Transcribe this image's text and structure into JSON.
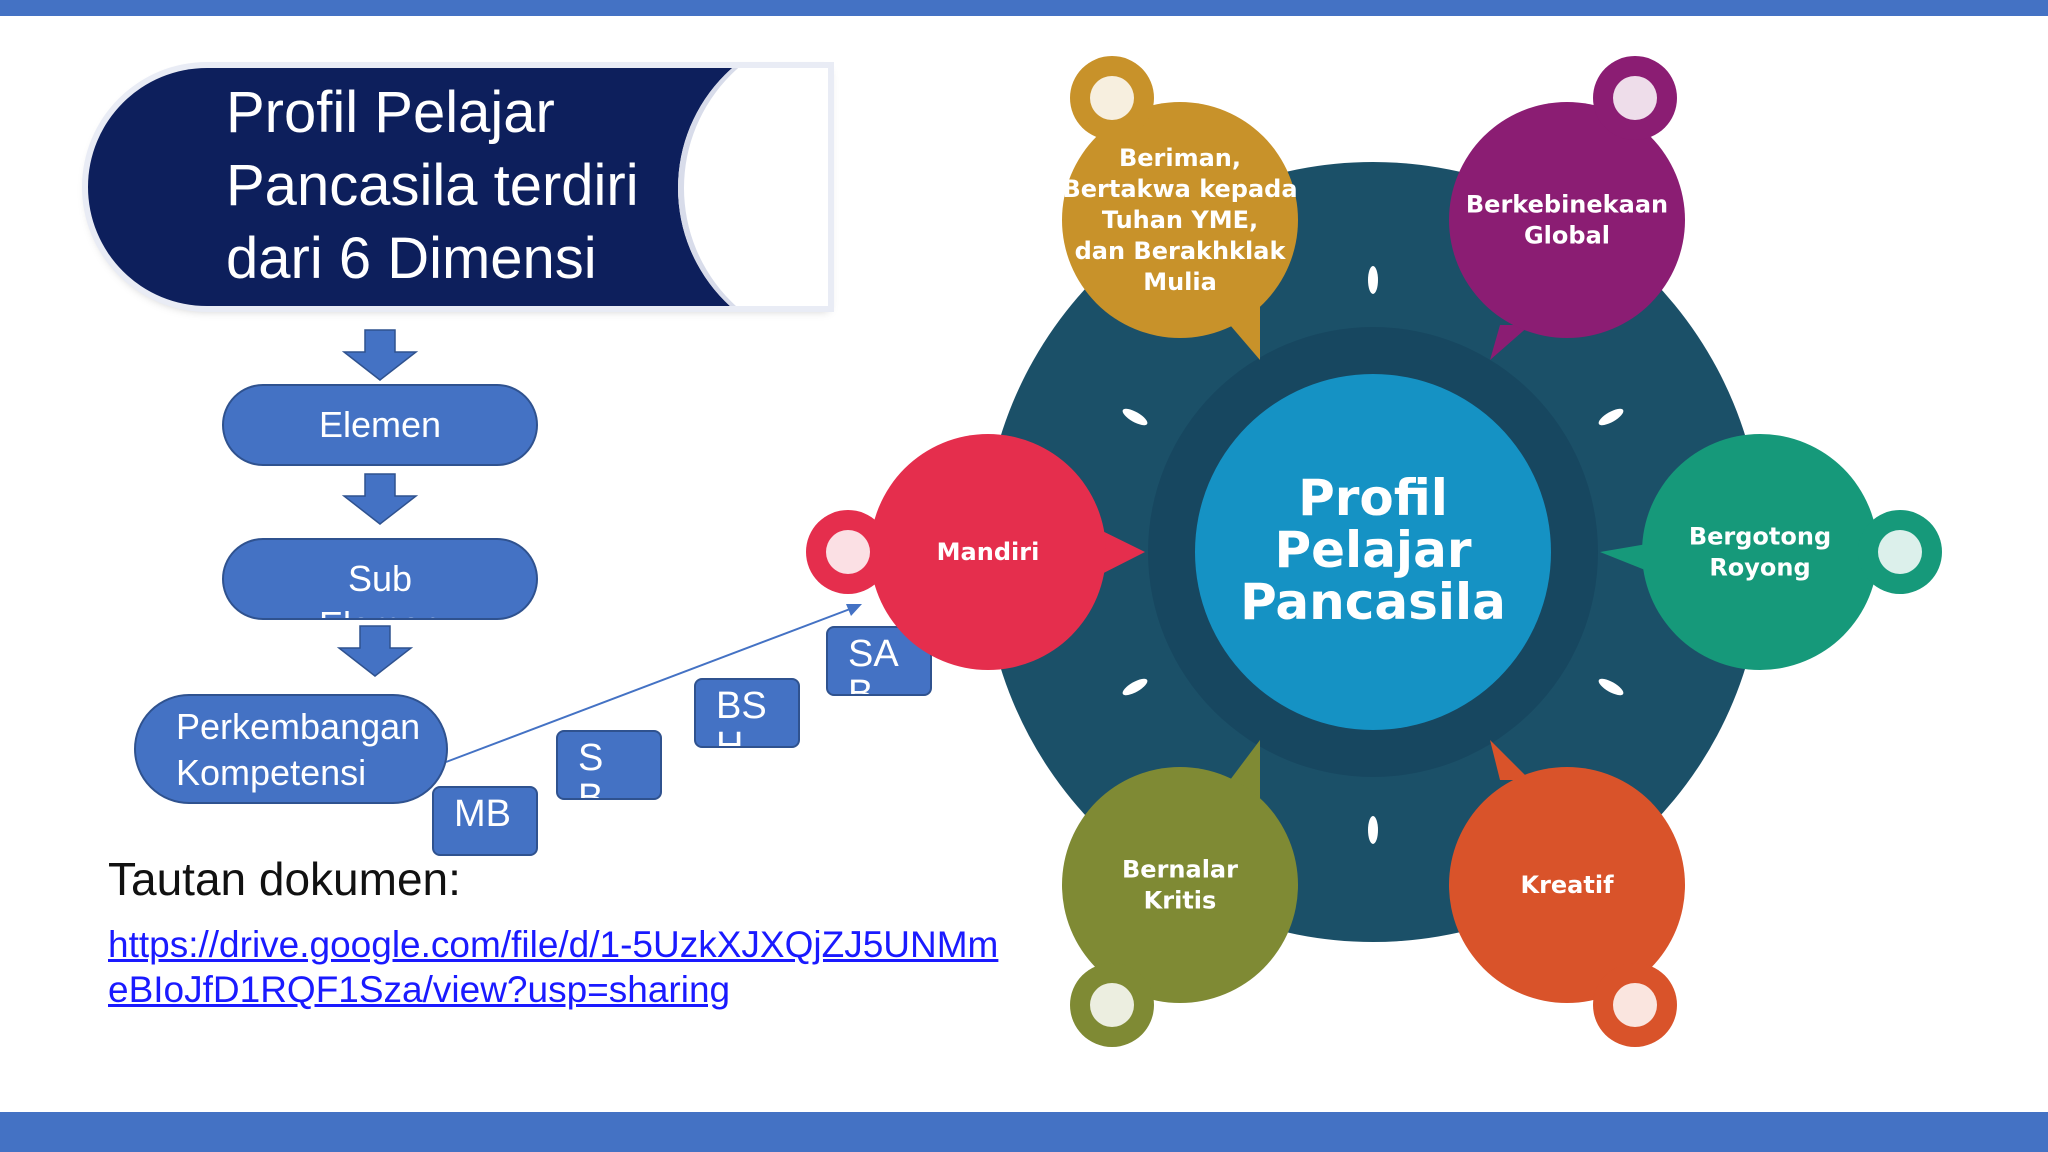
{
  "slide": {
    "title": "Profil Pelajar Pancasila terdiri  dari 6 Dimensi",
    "flow": {
      "elemen": "Elemen",
      "sub_elemen": "Sub Elemen",
      "perkembangan": "Perkembangan Kompetensi",
      "levels": [
        "MB",
        "SB",
        "BSH",
        "SAB"
      ]
    },
    "caption": "Tautan dokumen:",
    "link": "https://drive.google.com/file/d/1-5UzkXJXQjZJ5UNMmeBIoJfD1RQF1Sza/view?usp=sharing"
  },
  "diagram": {
    "center": [
      "Profil",
      "Pelajar",
      "Pancasila"
    ],
    "dimensions": [
      {
        "lines": [
          "Beriman,",
          "Bertakwa kepada",
          "Tuhan YME,",
          "dan Berakhklak",
          "Mulia"
        ],
        "color": "#c8922a",
        "icon": "praying-hands-icon"
      },
      {
        "lines": [
          "Berkebinekaan",
          "Global"
        ],
        "color": "#8b1d73",
        "icon": "diverse-people-icon"
      },
      {
        "lines": [
          "Bergotong",
          "Royong"
        ],
        "color": "#16997a",
        "icon": "linked-hands-icon"
      },
      {
        "lines": [
          "Kreatif"
        ],
        "color": "#d9532a",
        "icon": "lightbulb-head-icon"
      },
      {
        "lines": [
          "Bernalar",
          "Kritis"
        ],
        "color": "#7f8a34",
        "icon": "thinking-person-icon"
      },
      {
        "lines": [
          "Mandiri"
        ],
        "color": "#e52e4d",
        "icon": "raised-fist-icon"
      }
    ],
    "ring_color": "#1b5068",
    "center_color": "#1592c4"
  }
}
